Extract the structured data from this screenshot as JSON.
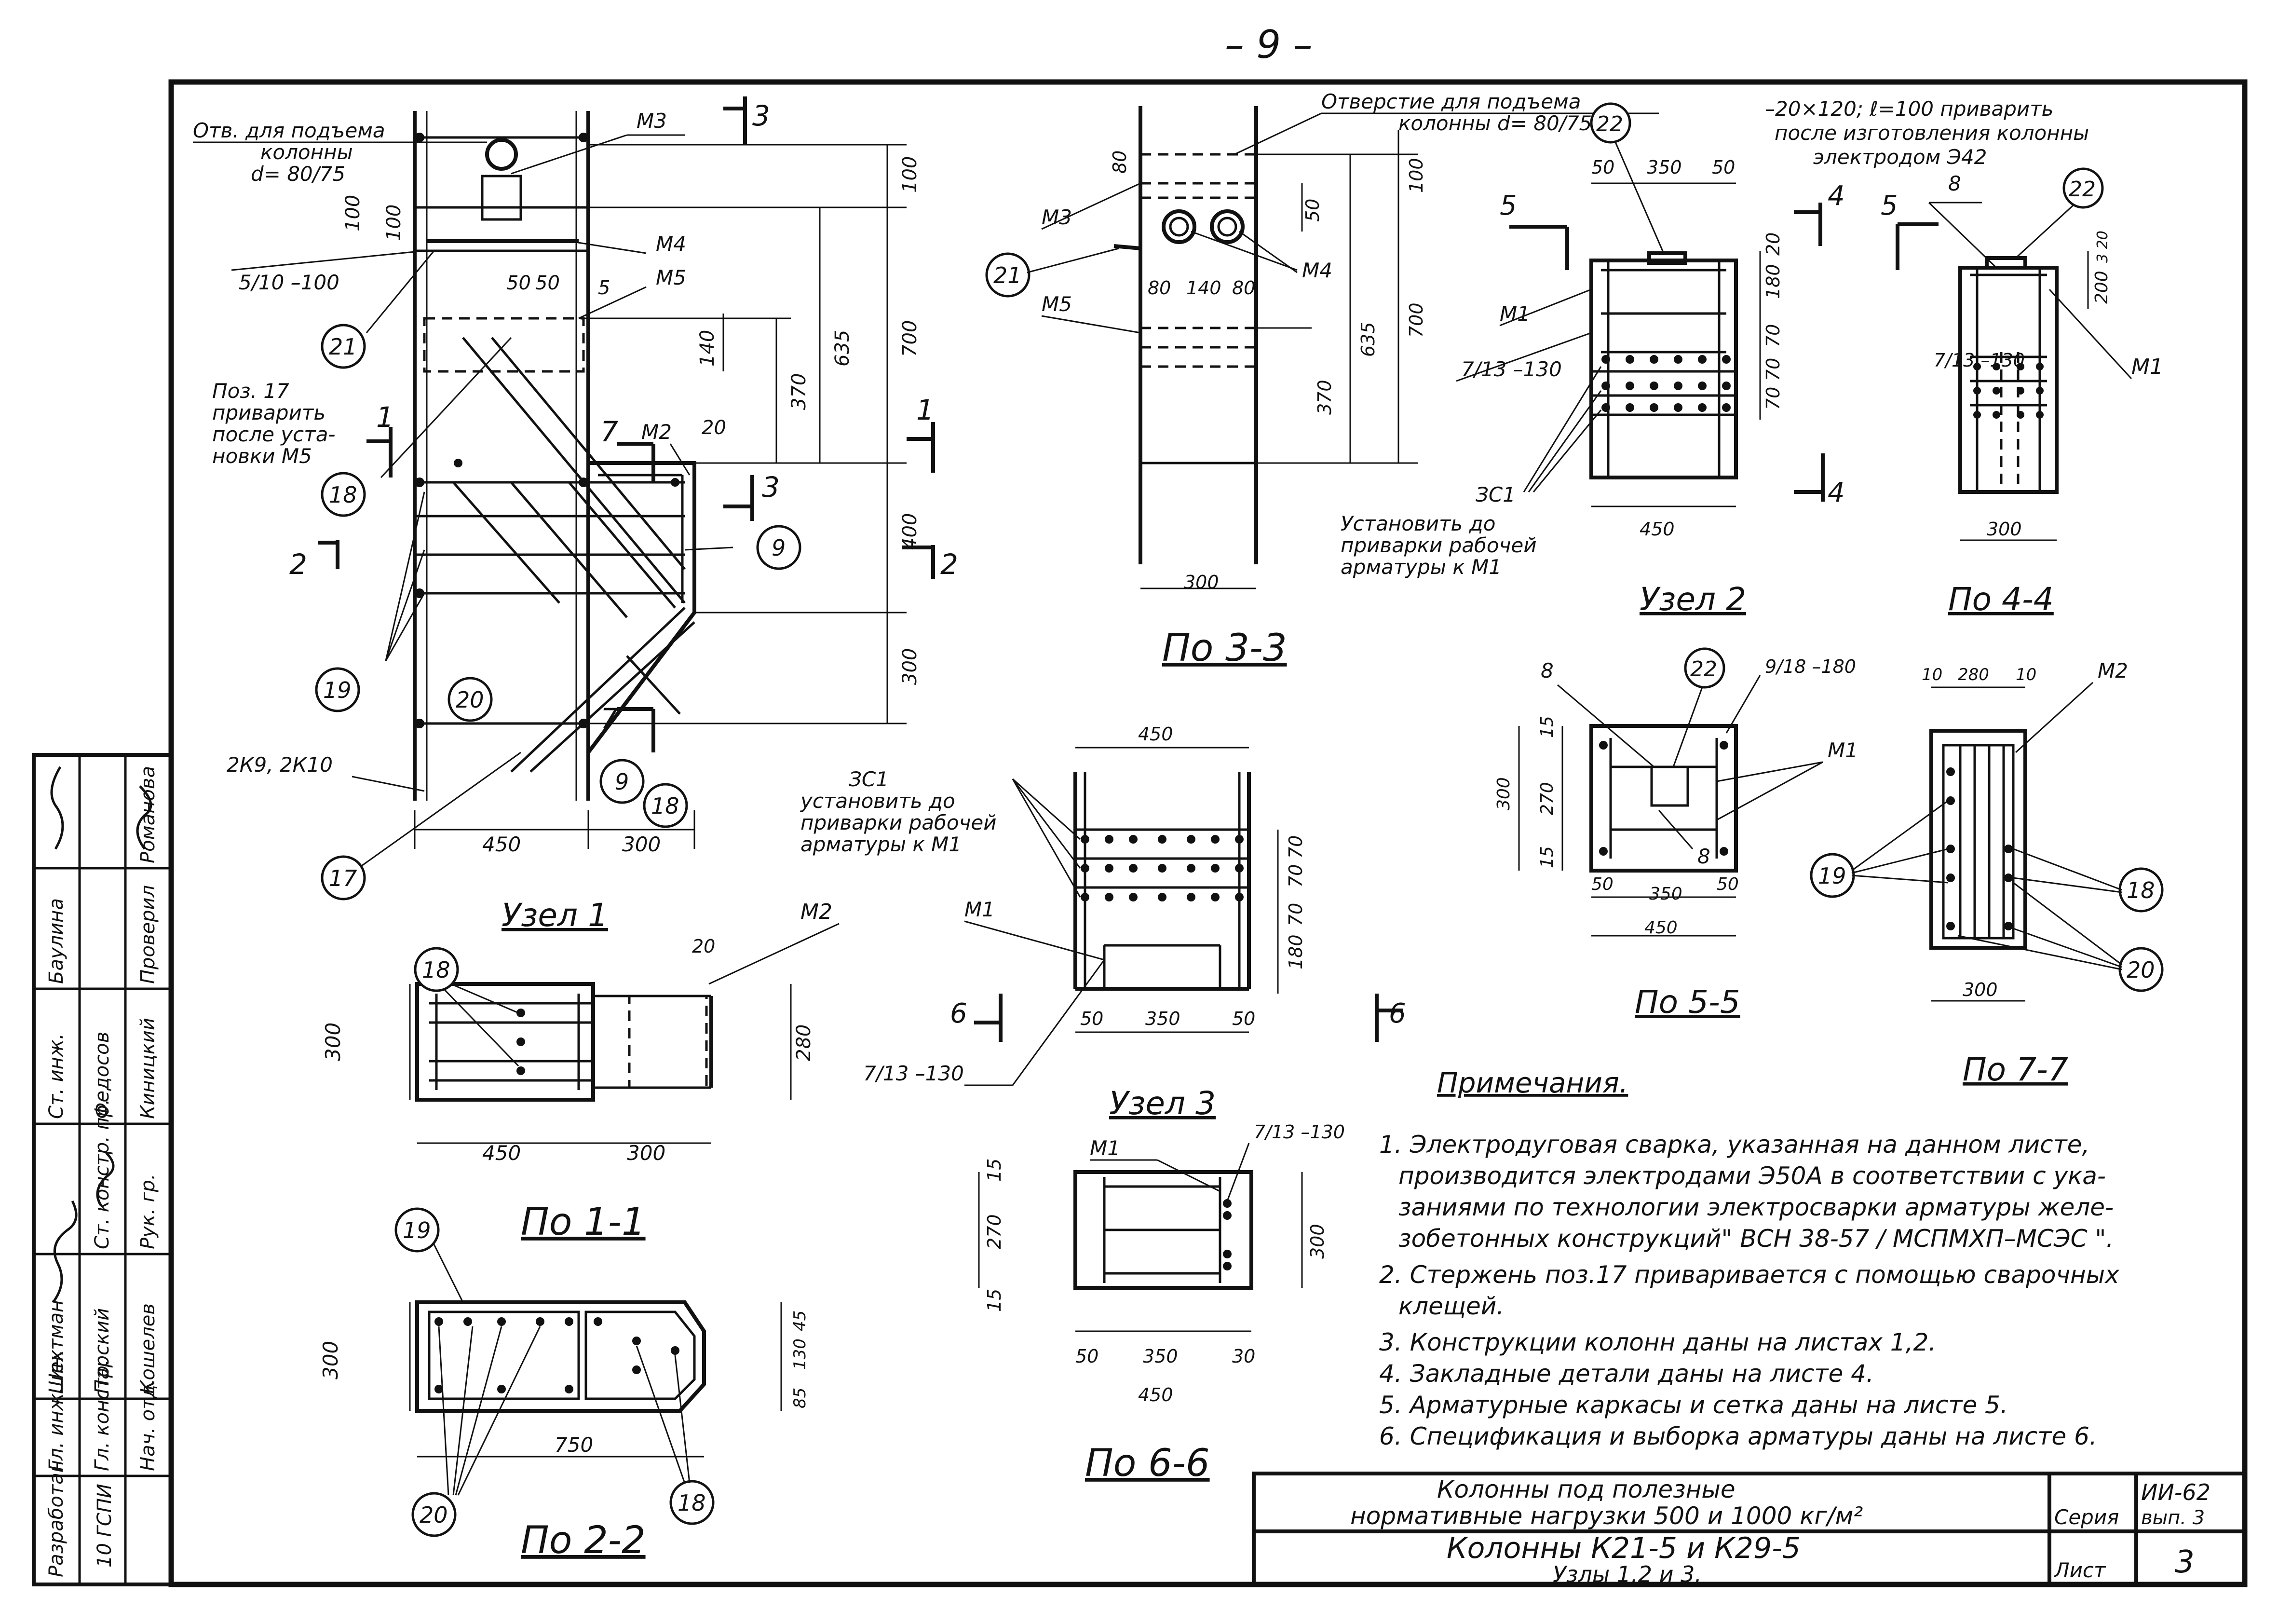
{
  "page_number": "– 9 –",
  "views": {
    "uzel1": "Узел 1",
    "uzel2": "Узел 2",
    "uzel3": "Узел 3",
    "po11": "По 1-1",
    "po22": "По 2-2",
    "po33": "По 3-3",
    "po44": "По 4-4",
    "po55": "По 5-5",
    "po66": "По 6-6",
    "po77": "По 7-7"
  },
  "labels": {
    "otv_line1": "Отв. для подъема",
    "otv_line2": "колонны",
    "otv_line3": "d= 80/75",
    "otverstie_line1": "Отверстие для подъема",
    "otverstie_line2": "колонны d= 80/75",
    "plate_line1": "–20×120; ℓ=100 приварить",
    "plate_line2": "после изготовления колонны",
    "plate_line3": "электродом Э42",
    "poz17_1": "Поз. 17",
    "poz17_2": "приварить",
    "poz17_3": "после уста-",
    "poz17_4": "новки М5",
    "weld_5_10": "5/10 –100",
    "weld_7_13": "7/13 –130",
    "weld_9_18": "9/18 –180",
    "zs1": "ЗС1",
    "zs1_note1": "Установить до",
    "zs1_note2": "приварки рабочей",
    "zs1_note3": "арматуры к М1",
    "zs1_note1b": "установить до",
    "m1": "М1",
    "m2": "М2",
    "m3": "М3",
    "m4": "М4",
    "m5": "М5",
    "gk": "2К9, 2К10"
  },
  "bubbles": [
    "17",
    "18",
    "19",
    "20",
    "21",
    "22",
    "9",
    "8"
  ],
  "dims": {
    "d450": "450",
    "d300": "300",
    "d350": "350",
    "d50": "50",
    "d100": "100",
    "d700": "700",
    "d635": "635",
    "d370": "370",
    "d400": "400",
    "d140": "140",
    "d80": "80",
    "d280": "280",
    "d270": "270",
    "d180": "180",
    "d200": "200",
    "d70": "70",
    "d20": "20",
    "d10": "10",
    "d15": "15",
    "d750": "750",
    "d5": "5",
    "d130": "130",
    "d85": "85",
    "d45": "45",
    "d30": "30",
    "d3_20": "3 20"
  },
  "notes": {
    "title": "Примечания.",
    "n1a": "1. Электродуговая сварка, указанная на данном листе,",
    "n1b": "производится электродами Э50А в соответствии с ука-",
    "n1c": "заниями по технологии электросварки арматуры желе-",
    "n1d": "зобетонных конструкций\" ВСН 38-57 / МСПМХП–МСЭС \".",
    "n2a": "2. Стержень поз.17 приваривается с помощью сварочных",
    "n2b": "клещей.",
    "n3": "3. Конструкции колонн даны на листах 1,2.",
    "n4": "4. Закладные детали даны на листе 4.",
    "n5": "5. Арматурные каркасы и сетка даны на листе 5.",
    "n6": "6. Спецификация и выборка арматуры даны на листе 6."
  },
  "title_block": {
    "line1": "Колонны под полезные",
    "line2": "нормативные нагрузки 500 и 1000 кг/м²",
    "line3": "Колонны К21-5 и К29-5",
    "line4": "Узлы 1,2 и 3.",
    "seria_label": "Серия",
    "seria_value1": "ИИ-62",
    "seria_value2": "вып. 3",
    "list_label": "Лист",
    "list_value": "3"
  },
  "side_stamp": {
    "razrabotan": "Разработан",
    "org": "10 ГСПИ",
    "gl_inzh": "Гл. инж. ин.",
    "gl_konstr": "Гл. констр.",
    "nach_otd": "Нач. отд.",
    "st_konstr": "Ст. констр. пр.",
    "ruk_gr": "Рук. гр.",
    "st_inzh": "Ст. инж.",
    "proveril": "Проверил",
    "n_shekhtman": "Шехтман",
    "n_parskiy": "Парский",
    "n_koshelev": "Кошелев",
    "n_fedosov": "Федосов",
    "n_kinitskiy": "Киницкий",
    "n_baulina": "Баулина",
    "n_romanova": "Романова"
  }
}
